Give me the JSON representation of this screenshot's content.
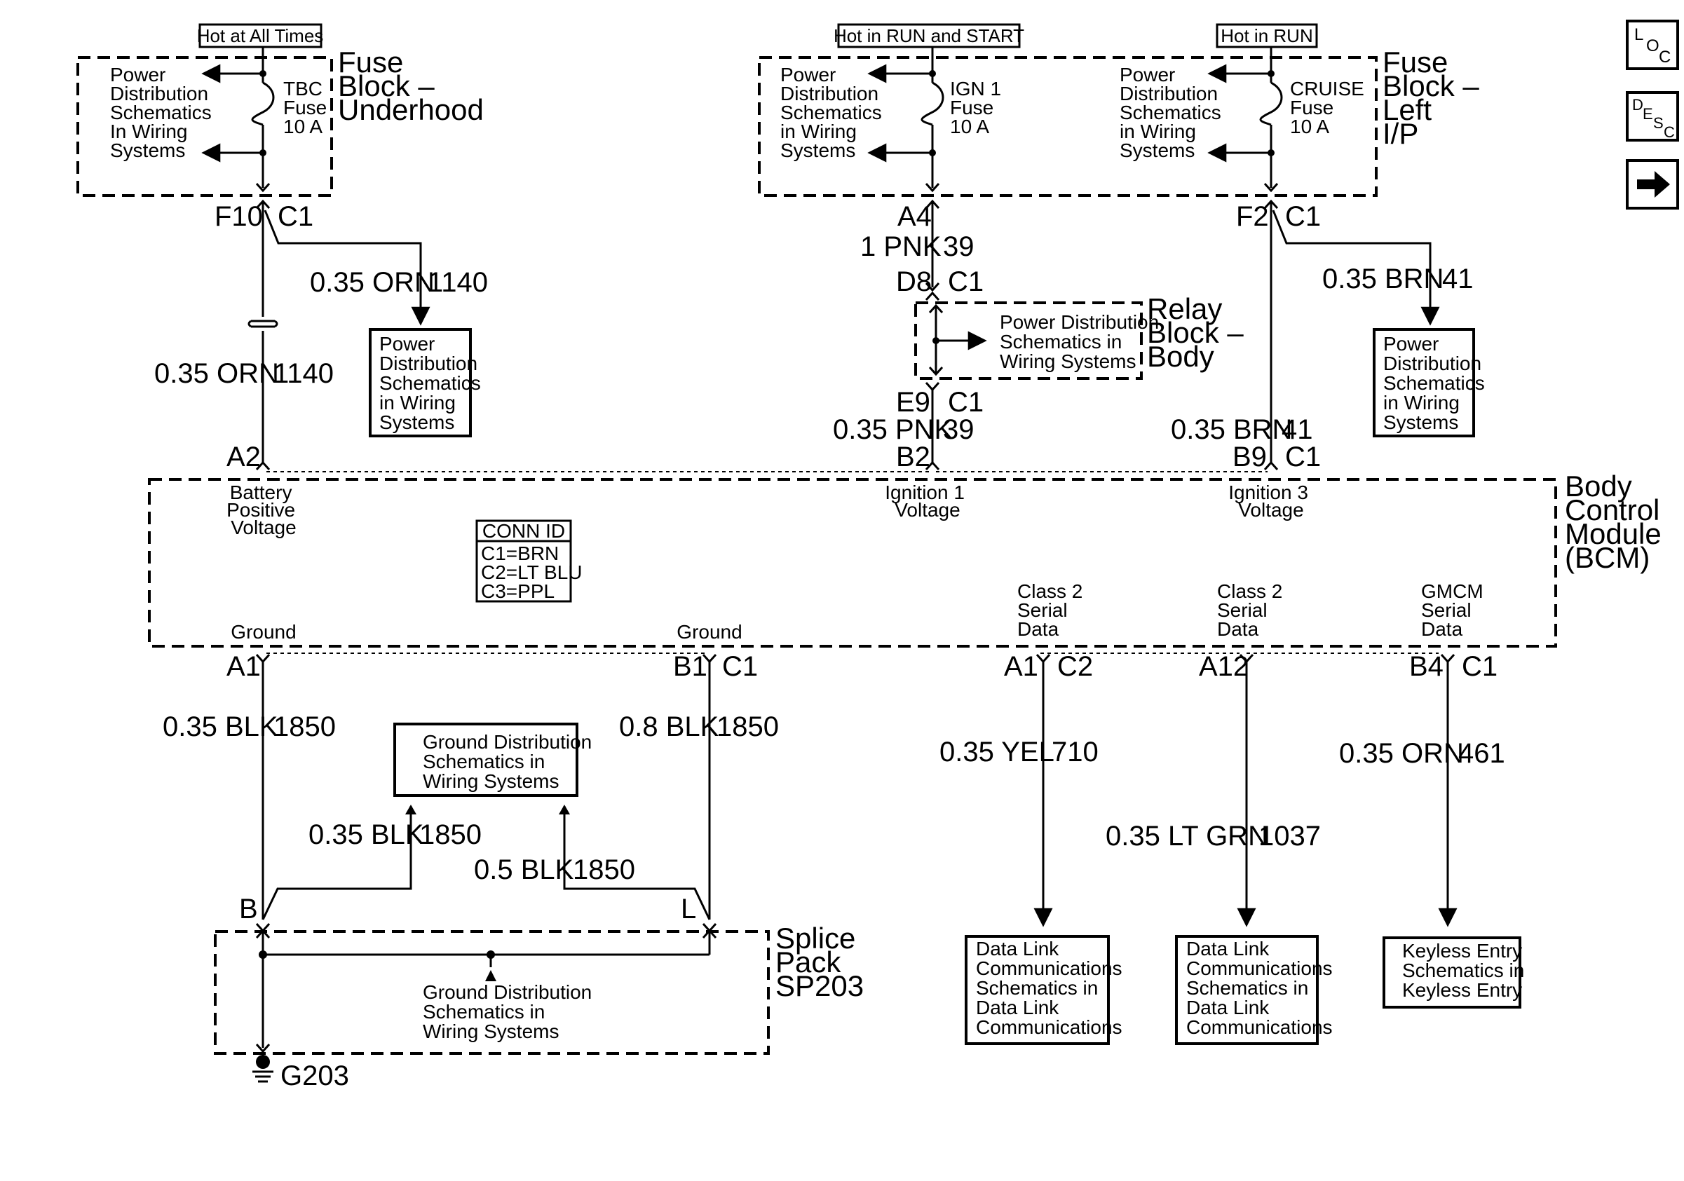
{
  "headers": {
    "hot_all_times": "Hot at All Times",
    "hot_run_start": "Hot in RUN and START",
    "hot_run": "Hot in RUN"
  },
  "fuse_block_underhood": {
    "title_lines": [
      "Fuse",
      "Block –",
      "Underhood"
    ],
    "pds_lines": [
      "Power",
      "Distribution",
      "Schematics",
      "In Wiring",
      "Systems"
    ],
    "fuse_lines": [
      "TBC",
      "Fuse",
      "10 A"
    ]
  },
  "fuse_block_ip": {
    "title_lines": [
      "Fuse",
      "Block –",
      "Left",
      "I/P"
    ],
    "pds_left_lines": [
      "Power",
      "Distribution",
      "Schematics",
      "in Wiring",
      "Systems"
    ],
    "ign_fuse_lines": [
      "IGN 1",
      "Fuse",
      "10 A"
    ],
    "pds_right_lines": [
      "Power",
      "Distribution",
      "Schematics",
      "in Wiring",
      "Systems"
    ],
    "cruise_fuse_lines": [
      "CRUISE",
      "Fuse",
      "10 A"
    ]
  },
  "relay_block": {
    "title_lines": [
      "Relay",
      "Block –",
      "Body"
    ],
    "pds_lines": [
      "Power Distribution",
      "Schematics in",
      "Wiring Systems"
    ]
  },
  "bcm": {
    "title_lines": [
      "Body",
      "Control",
      "Module",
      "(BCM)"
    ],
    "batt_lines": [
      "Battery",
      "Positive",
      "Voltage"
    ],
    "ign1_lines": [
      "Ignition 1",
      "Voltage"
    ],
    "ign3_lines": [
      "Ignition 3",
      "Voltage"
    ],
    "class2a_lines": [
      "Class 2",
      "Serial",
      "Data"
    ],
    "class2b_lines": [
      "Class 2",
      "Serial",
      "Data"
    ],
    "gmcm_lines": [
      "GMCM",
      "Serial",
      "Data"
    ],
    "ground_left": "Ground",
    "ground_right": "Ground",
    "conn_id": {
      "title": "CONN ID",
      "lines": [
        "C1=BRN",
        "C2=LT BLU",
        "C3=PPL"
      ]
    }
  },
  "pins": {
    "f10": "F10",
    "f10_c": "C1",
    "a2": "A2",
    "a4": "A4",
    "d8": "D8",
    "d8_c": "C1",
    "e9": "E9",
    "e9_c": "C1",
    "b2": "B2",
    "f2": "F2",
    "f2_c": "C1",
    "b9": "B9",
    "b9_c": "C1",
    "a1_left": "A1",
    "b1": "B1",
    "b1_c": "C1",
    "a1_c2": "A1",
    "a1_c2_c": "C2",
    "a12": "A12",
    "b4": "B4",
    "b4_c": "C1",
    "b": "B",
    "l": "L"
  },
  "wires": {
    "orn_top_color": "0.35 ORN",
    "orn_top_circuit": "1140",
    "orn_left_color": "0.35 ORN",
    "orn_left_circuit": "1140",
    "pnk_top_color": "1 PNK",
    "pnk_top_circuit": "39",
    "pnk_bot_color": "0.35 PNK",
    "pnk_bot_circuit": "39",
    "brn_top_color": "0.35 BRN",
    "brn_top_circuit": "41",
    "brn_bot_color": "0.35 BRN",
    "brn_bot_circuit": "41",
    "blk_a1_color": "0.35 BLK",
    "blk_a1_circuit": "1850",
    "blk_b1_color": "0.8 BLK",
    "blk_b1_circuit": "1850",
    "blk_mid_color": "0.35 BLK",
    "blk_mid_circuit": "1850",
    "blk_right_color": "0.5 BLK",
    "blk_right_circuit": "1850",
    "yel_color": "0.35 YEL",
    "yel_circuit": "710",
    "ltgrn_color": "0.35 LT GRN",
    "ltgrn_circuit": "1037",
    "orn461_color": "0.35 ORN",
    "orn461_circuit": "461"
  },
  "dest_boxes": {
    "pds_orn": [
      "Power",
      "Distribution",
      "Schematics",
      "in Wiring",
      "Systems"
    ],
    "pds_brn": [
      "Power",
      "Distribution",
      "Schematics",
      "in Wiring",
      "Systems"
    ],
    "gds_top": [
      "Ground Distribution",
      "Schematics in",
      "Wiring Systems"
    ],
    "dlc_1": [
      "Data Link",
      "Communications",
      "Schematics in",
      "Data Link",
      "Communications"
    ],
    "dlc_2": [
      "Data Link",
      "Communications",
      "Schematics in",
      "Data Link",
      "Communications"
    ],
    "keyless": [
      "Keyless Entry",
      "Schematics in",
      "Keyless Entry"
    ]
  },
  "splice_pack": {
    "title_lines": [
      "Splice",
      "Pack",
      "SP203"
    ],
    "gds_lines": [
      "Ground Distribution",
      "Schematics in",
      "Wiring Systems"
    ]
  },
  "ground_label": "G203",
  "nav": {
    "loc": {
      "l": "L",
      "o": "O",
      "c": "C"
    },
    "desc": {
      "d": "D",
      "e": "E",
      "s": "S",
      "c": "C"
    },
    "arrow_icon": "right-arrow-icon"
  }
}
